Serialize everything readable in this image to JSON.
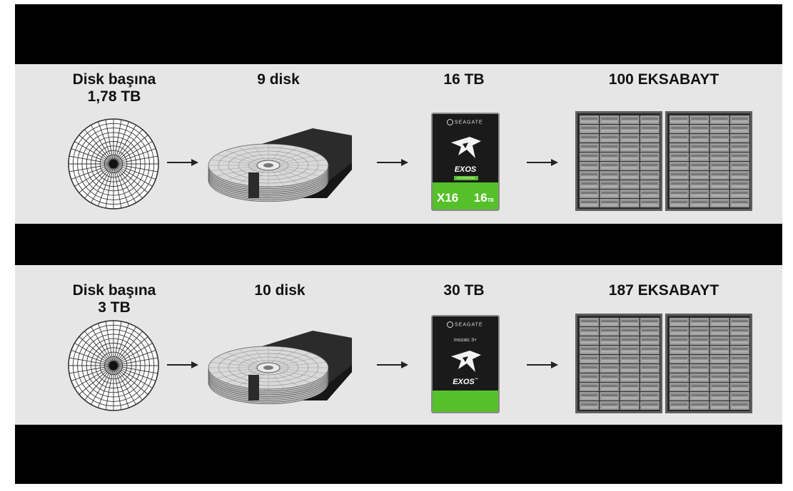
{
  "rows": [
    {
      "platter_label_line1": "Disk başına",
      "platter_label_line2": "1,78 TB",
      "stack_label": "9 disk",
      "drive_label": "16 TB",
      "rack_label": "100 EKSABAYT",
      "drive": {
        "brand": "SEAGATE",
        "product": "EXOS",
        "sub": "ENTERPRISE",
        "model": "X16",
        "capacity": "16",
        "capacity_unit": "TB"
      }
    },
    {
      "platter_label_line1": "Disk başına",
      "platter_label_line2": "3 TB",
      "stack_label": "10 disk",
      "drive_label": "30 TB",
      "rack_label": "187 EKSABAYT",
      "drive": {
        "brand": "SEAGATE",
        "tech": "mozaic 3+",
        "product": "EXOS",
        "trademark": "™"
      }
    }
  ],
  "colors": {
    "drive_green": "#56c02a",
    "band": "#e6e6e6",
    "rack": "#9a9a9a"
  }
}
